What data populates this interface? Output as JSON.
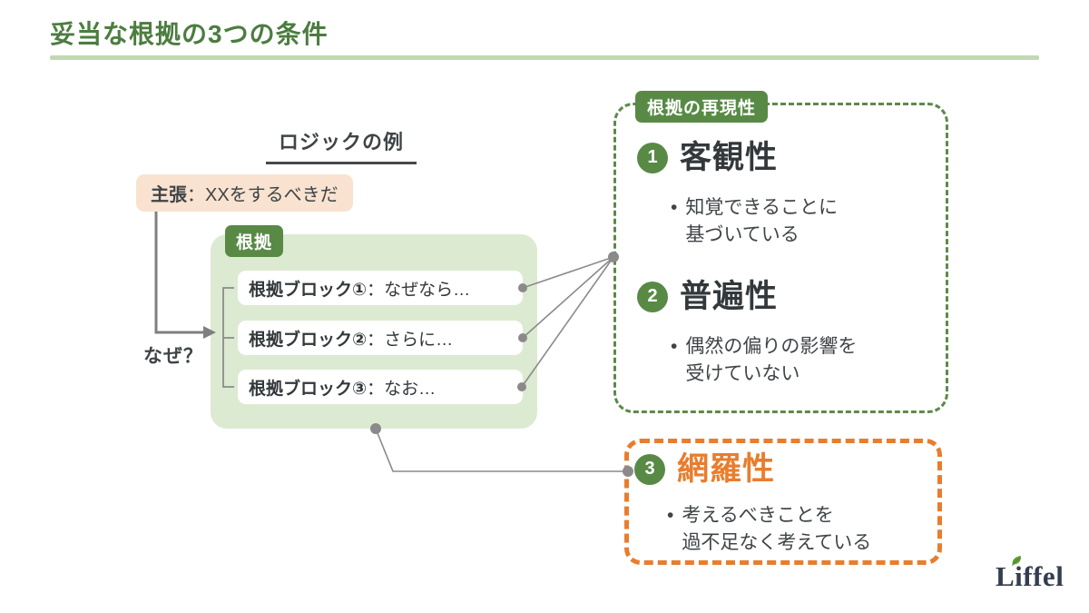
{
  "header": {
    "title": "妥当な根拠の3つの条件"
  },
  "logic_example": {
    "heading": "ロジックの例",
    "claim": {
      "label": "主張",
      "text": "：XXをするべきだ"
    },
    "why_label": "なぜ？",
    "grounds": {
      "badge": "根拠",
      "blocks": [
        {
          "label": "根拠ブロック①",
          "text": "：なぜなら…"
        },
        {
          "label": "根拠ブロック②",
          "text": "：さらに…"
        },
        {
          "label": "根拠ブロック③",
          "text": "：なお…"
        }
      ]
    }
  },
  "conditions": {
    "bullet_char": "•",
    "reproducibility": {
      "badge": "根拠の再現性",
      "items": [
        {
          "number": "1",
          "title": "客観性",
          "bullet_lines": [
            "知覚できることに",
            "基づいている"
          ]
        },
        {
          "number": "2",
          "title": "普遍性",
          "bullet_lines": [
            "偶然の偏りの影響を",
            "受けていない"
          ]
        }
      ]
    },
    "comprehensiveness": {
      "number": "3",
      "title": "網羅性",
      "bullet_lines": [
        "考えるべきことを",
        "過不足なく考えている"
      ]
    }
  },
  "logo": {
    "text": "Liffel"
  },
  "colors": {
    "accent_green_dark": "#4c7d40",
    "accent_green": "#588a46",
    "accent_green_light": "#dcead2",
    "rule_green": "#c2d8b2",
    "dashed_green": "#5d8a4b",
    "accent_orange": "#e87d2e",
    "claim_peach": "#f9e2d0",
    "text_dark": "#3f4447",
    "connector_gray": "#8a8a8a",
    "logo_navy": "#353e4f"
  }
}
